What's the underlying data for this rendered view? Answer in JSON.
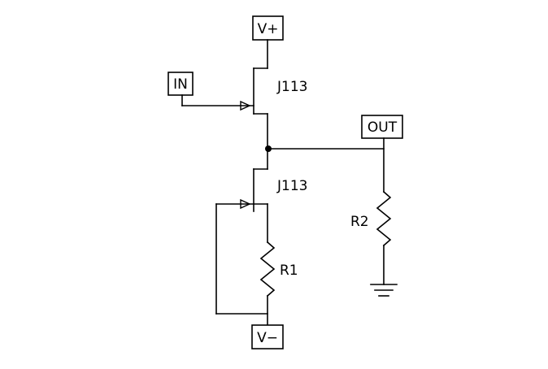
{
  "diagram": {
    "ports": {
      "vplus": "V+",
      "input": "IN",
      "output": "OUT",
      "vminus": "V−"
    },
    "components": {
      "q1_label": "J113",
      "q2_label": "J113",
      "r1_label": "R1",
      "r2_label": "R2"
    }
  }
}
